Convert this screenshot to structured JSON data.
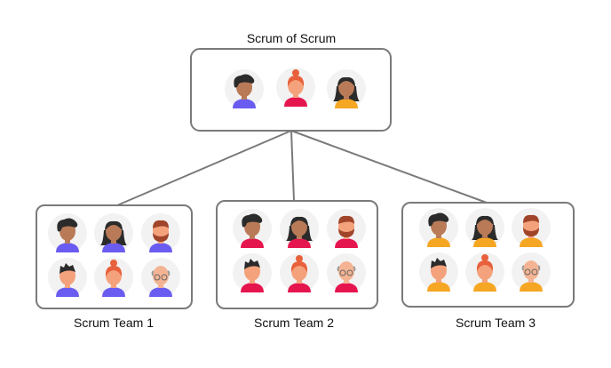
{
  "top": {
    "label": "Scrum of Scrum",
    "shirt": "#6a5cf0",
    "avatars": [
      {
        "type": "curly",
        "skin": "#b97a57",
        "shirt": "#6a5cf0"
      },
      {
        "type": "bun",
        "skin": "#f4a27c",
        "shirt": "#e5154e"
      },
      {
        "type": "long",
        "skin": "#b97a57",
        "shirt": "#f5a623"
      }
    ]
  },
  "teams": [
    {
      "label": "Scrum Team 1",
      "shirt": "#6a5cf0"
    },
    {
      "label": "Scrum Team 2",
      "shirt": "#e5154e"
    },
    {
      "label": "Scrum Team 3",
      "shirt": "#f5a623"
    }
  ],
  "team_members": [
    {
      "type": "curly",
      "skin": "#b97a57"
    },
    {
      "type": "long",
      "skin": "#b97a57"
    },
    {
      "type": "beard",
      "skin": "#f4a27c"
    },
    {
      "type": "spiky",
      "skin": "#f4a27c"
    },
    {
      "type": "bun",
      "skin": "#f4a27c"
    },
    {
      "type": "bald",
      "skin": "#f4b493"
    }
  ],
  "colors": {
    "border": "#7a7a7a",
    "line": "#7a7a7a",
    "circle": "#f2f2f2",
    "hair_dark": "#2b2b2b",
    "hair_red": "#e8603c",
    "beard": "#a0452a"
  }
}
